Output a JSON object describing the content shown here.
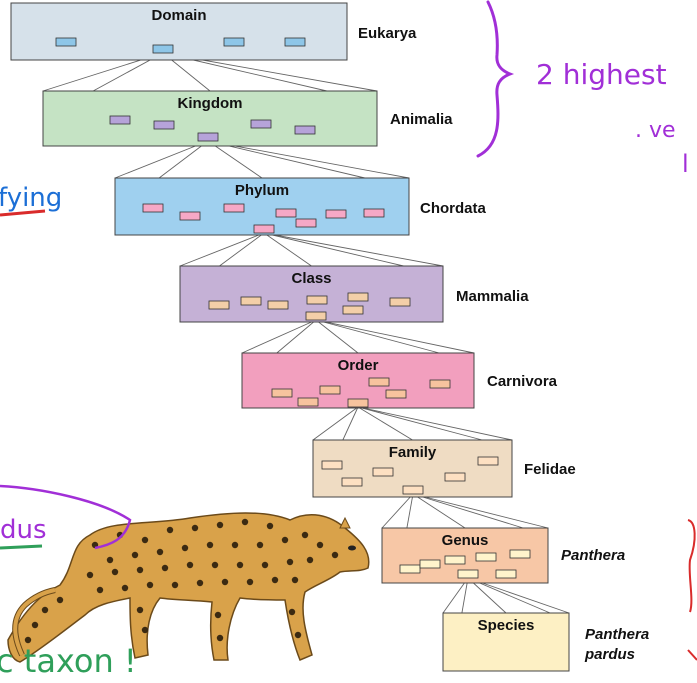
{
  "colors": {
    "domain": "#d6e1ea",
    "kingdom": "#c5e3c4",
    "phylum": "#9fd0ef",
    "class": "#c5b1d6",
    "order": "#f29fbe",
    "family": "#efdcc3",
    "genus": "#f7c7a6",
    "species": "#fdf0c4",
    "ink_purple": "#a12fd7",
    "ink_blue": "#1c6fd6",
    "ink_green": "#2f9f5a",
    "ink_red": "#d92b2b"
  },
  "levels": [
    {
      "title": "Domain",
      "example": "Eukarya",
      "italic": false
    },
    {
      "title": "Kingdom",
      "example": "Animalia",
      "italic": false
    },
    {
      "title": "Phylum",
      "example": "Chordata",
      "italic": false
    },
    {
      "title": "Class",
      "example": "Mammalia",
      "italic": false
    },
    {
      "title": "Order",
      "example": "Carnivora",
      "italic": false
    },
    {
      "title": "Family",
      "example": "Felidae",
      "italic": false
    },
    {
      "title": "Genus",
      "example": "Panthera",
      "italic": true
    },
    {
      "title": "Species",
      "example": "Panthera pardus",
      "italic": true
    }
  ],
  "annotations": {
    "highest": "2 highest",
    "ve": ". ve",
    "l": "l",
    "fying": "fying",
    "dus": "dus",
    "taxon": "c taxon !"
  },
  "icons": {
    "leopard": "leopard-illustration",
    "brace": "curly-brace-icon"
  }
}
